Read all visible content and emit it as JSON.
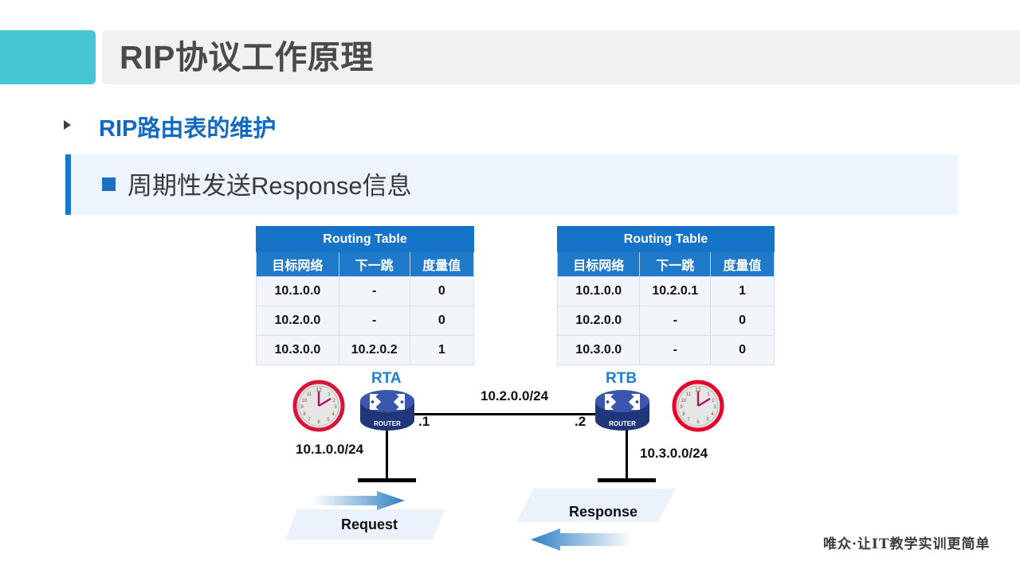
{
  "header": {
    "title": "RIP协议工作原理",
    "accent_color": "#45c6d0",
    "bar_color": "#f1f1f1"
  },
  "section": {
    "title": "RIP路由表的维护",
    "title_color": "#1269c0",
    "marker_icon": "triangle-right-icon"
  },
  "bullet": {
    "text": "周期性发送Response信息",
    "panel_color": "#edf4fc",
    "accent_color": "#1878c8",
    "marker_icon": "square-bullet-icon"
  },
  "tables": {
    "header_color": "#1573c8",
    "columns": [
      "目标网络",
      "下一跳",
      "度量值"
    ],
    "left": {
      "title": "Routing Table",
      "rows": [
        [
          "10.1.0.0",
          "-",
          "0"
        ],
        [
          "10.2.0.0",
          "-",
          "0"
        ],
        [
          "10.3.0.0",
          "10.2.0.2",
          "1"
        ]
      ]
    },
    "right": {
      "title": "Routing Table",
      "rows": [
        [
          "10.1.0.0",
          "10.2.0.1",
          "1"
        ],
        [
          "10.2.0.0",
          "-",
          "0"
        ],
        [
          "10.3.0.0",
          "-",
          "0"
        ]
      ]
    }
  },
  "diagram": {
    "router_a": {
      "name": "RTA",
      "icon": "router-icon",
      "icon_caption": "ROUTER",
      "interface_label": ".1",
      "lan_network": "10.1.0.0/24"
    },
    "router_b": {
      "name": "RTB",
      "icon": "router-icon",
      "icon_caption": "ROUTER",
      "interface_label": ".2",
      "lan_network": "10.3.0.0/24"
    },
    "trunk_network": "10.2.0.0/24",
    "clock_left_icon": "clock-icon",
    "clock_right_icon": "clock-icon",
    "router_color": "#2e4c9e",
    "label_color": "#1b7fd4"
  },
  "messages": {
    "request": {
      "label": "Request",
      "arrow_icon": "arrow-right-icon"
    },
    "response": {
      "label": "Response",
      "arrow_icon": "arrow-left-icon"
    },
    "banner_color": "#eaf3fb",
    "arrow_color": "#3f82c8"
  },
  "footer": {
    "brand": "唯众·让IT教学实训更简单"
  }
}
